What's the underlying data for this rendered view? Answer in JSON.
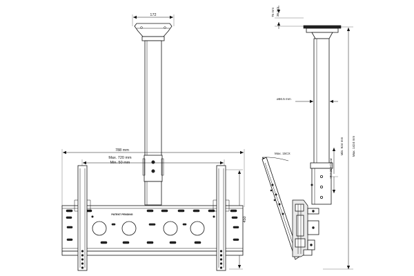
{
  "front_view": {
    "top_width": "172",
    "overall_width": "788 mm",
    "max_spacing": "Max. 720 mm",
    "min_spacing": "Min. 50 mm",
    "height": "450",
    "plate_label": "PATENT PENDING"
  },
  "side_view": {
    "dim_top_1": "75 mm",
    "dim_top_2": "36 mm",
    "tube_diameter": "ø56.5 mm",
    "tilt": "Max. 15CX",
    "pitch": "PITCH 50 mm",
    "length_min": "Min. 924 mm",
    "length_max": "Max. 1424 mm"
  }
}
